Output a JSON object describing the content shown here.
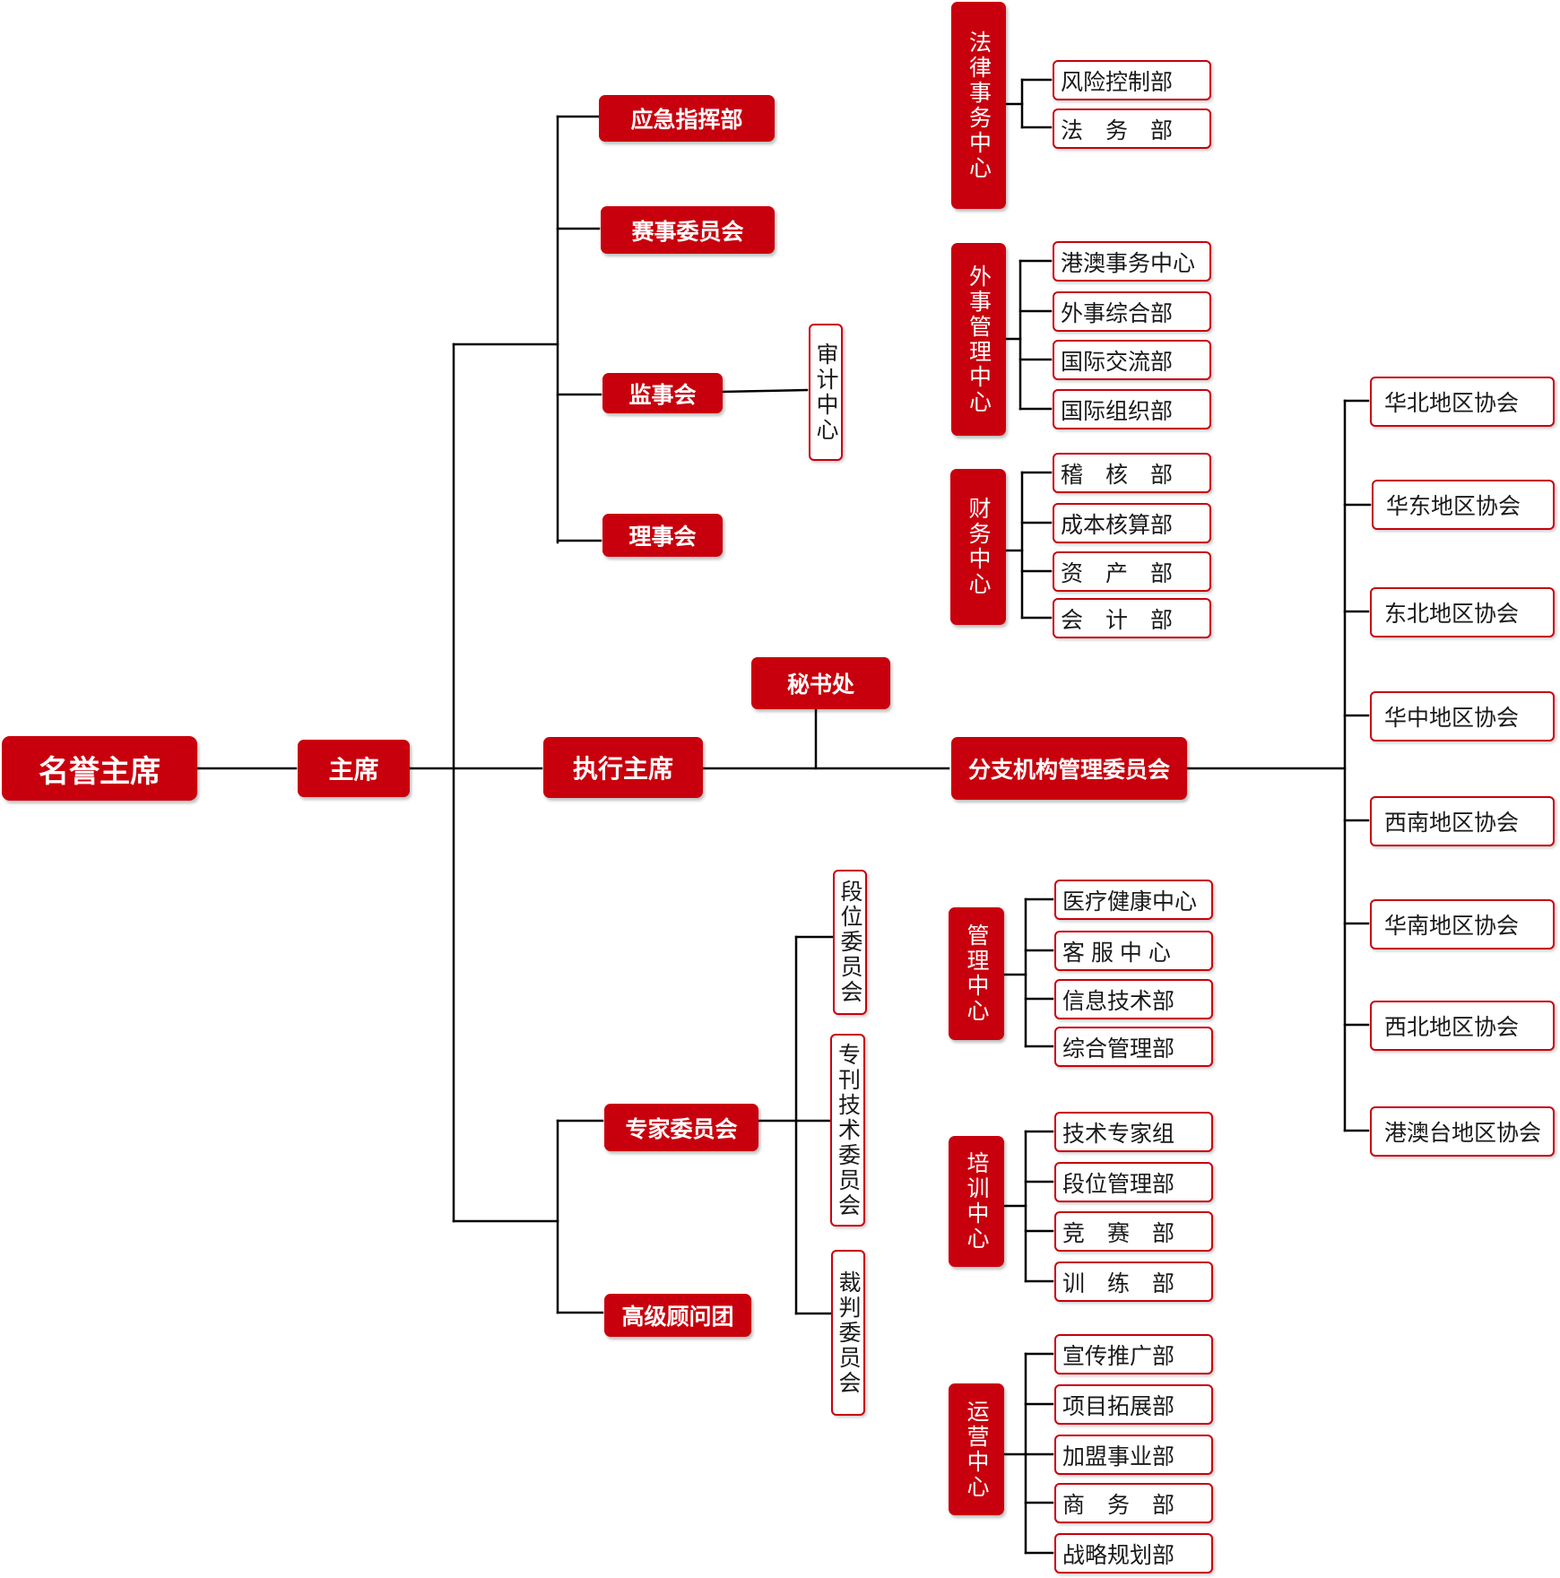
{
  "colors": {
    "accent": "#c8000d",
    "line": "#000000"
  },
  "root": "名誉主席",
  "chair": "主席",
  "upper_branches": {
    "emergency": "应急指挥部",
    "events": "赛事委员会",
    "supervisors": "监事会",
    "audit": "审计中心",
    "council": "理事会"
  },
  "executive": "执行主席",
  "secretariat": "秘书处",
  "branch_committee": "分支机构管理委员会",
  "lower_branches": {
    "experts": "专家委员会",
    "advisors": "高级顾问团",
    "expert_subs": [
      "段位委员会",
      "专刊技术委员会",
      "裁判委员会"
    ]
  },
  "centers": [
    {
      "name": "法律事务中心",
      "departments": [
        "风险控制部",
        "法　务　部"
      ]
    },
    {
      "name": "外事管理中心",
      "departments": [
        "港澳事务中心",
        "外事综合部",
        "国际交流部",
        "国际组织部"
      ]
    },
    {
      "name": "财务中心",
      "departments": [
        "稽　核　部",
        "成本核算部",
        "资　产　部",
        "会　计　部"
      ]
    },
    {
      "name": "管理中心",
      "departments": [
        "医疗健康中心",
        "客 服 中 心",
        "信息技术部",
        "综合管理部"
      ]
    },
    {
      "name": "培训中心",
      "departments": [
        "技术专家组",
        "段位管理部",
        "竞　赛　部",
        "训　练　部"
      ]
    },
    {
      "name": "运营中心",
      "departments": [
        "宣传推广部",
        "项目拓展部",
        "加盟事业部",
        "商　务　部",
        "战略规划部"
      ]
    }
  ],
  "regional_associations": [
    "华北地区协会",
    "华东地区协会",
    "东北地区协会",
    "华中地区协会",
    "西南地区协会",
    "华南地区协会",
    "西北地区协会",
    "港澳台地区协会"
  ]
}
